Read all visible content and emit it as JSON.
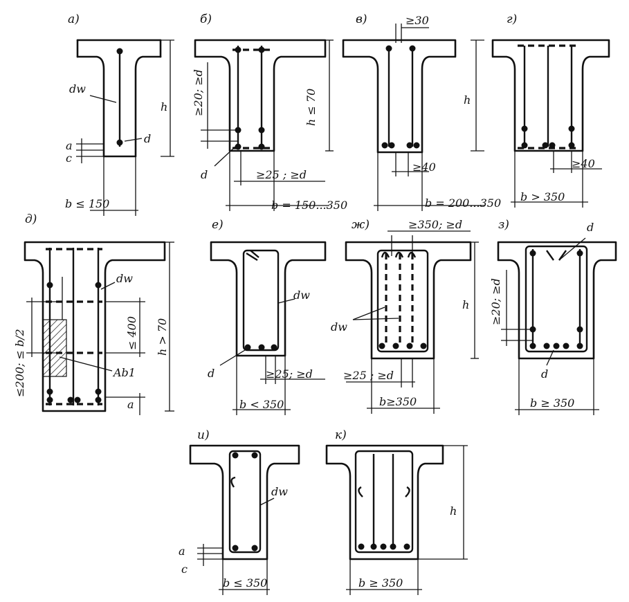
{
  "figures": {
    "a": {
      "title": "а)",
      "dw": "dw",
      "d": "d",
      "h": "h",
      "a": "a",
      "c": "c",
      "b": "b ≤ 150"
    },
    "b": {
      "title": "б)",
      "spacing": "≥20; ≥d",
      "h": "h ≤ 70",
      "d": "d",
      "cover": "≥25 ; ≥d",
      "b": "b = 150...350"
    },
    "v": {
      "title": "в)",
      "top": "≥30",
      "cover": "≥40",
      "b": "b = 200...350"
    },
    "g": {
      "title": "г)",
      "h": "h",
      "cover": "≥40",
      "b": "b > 350"
    },
    "d": {
      "title": "д)",
      "spacing": "≤200; ≤ b/2",
      "dw": "dw",
      "s400": "≤ 400",
      "h": "h > 70",
      "ab": "Ab1",
      "a": "a"
    },
    "e": {
      "title": "е)",
      "dw": "dw",
      "d": "d",
      "cover": "≥25; ≥d",
      "b": "b < 350"
    },
    "zh": {
      "title": "ж)",
      "top": "≥350; ≥d",
      "h": "h",
      "dw": "dw",
      "cover": "≥25 ; ≥d",
      "b": "b≥350"
    },
    "z": {
      "title": "з)",
      "d1": "d",
      "spacing": "≥20; ≥d",
      "d2": "d",
      "b": "b ≥ 350"
    },
    "i": {
      "title": "и)",
      "dw": "dw",
      "a": "a",
      "c": "c",
      "b": "b ≤ 350"
    },
    "k": {
      "title": "к)",
      "h": "h",
      "b": "b ≥ 350"
    }
  }
}
